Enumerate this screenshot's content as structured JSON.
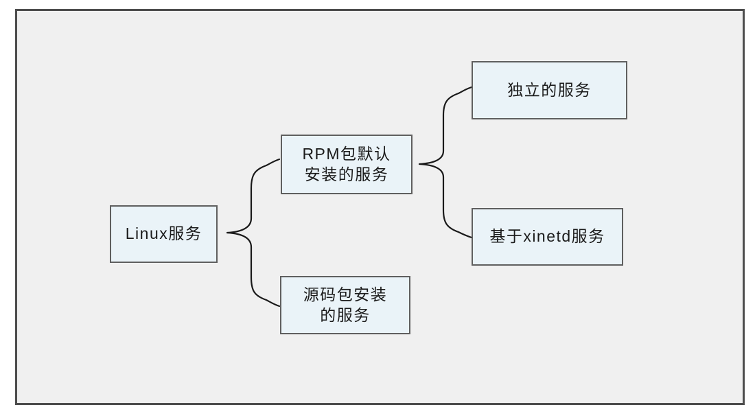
{
  "diagram": {
    "nodes": {
      "root": {
        "id": "root",
        "label": "Linux服务"
      },
      "rpm": {
        "id": "rpm",
        "label": "RPM包默认\n安装的服务"
      },
      "source": {
        "id": "source",
        "label": "源码包安装\n的服务"
      },
      "independent": {
        "id": "independent",
        "label": "独立的服务"
      },
      "xinetd": {
        "id": "xinetd",
        "label": "基于xinetd服务"
      }
    },
    "edges": [
      {
        "from": "root",
        "to": "rpm"
      },
      {
        "from": "root",
        "to": "source"
      },
      {
        "from": "rpm",
        "to": "independent"
      },
      {
        "from": "rpm",
        "to": "xinetd"
      }
    ],
    "colors": {
      "panel_bg": "#f0f0f0",
      "panel_border": "#4d4d4d",
      "node_fill": "#eaf3f8",
      "node_border": "#5f5f5f",
      "line": "#1a1a1a",
      "text": "#1b1b1b"
    }
  }
}
